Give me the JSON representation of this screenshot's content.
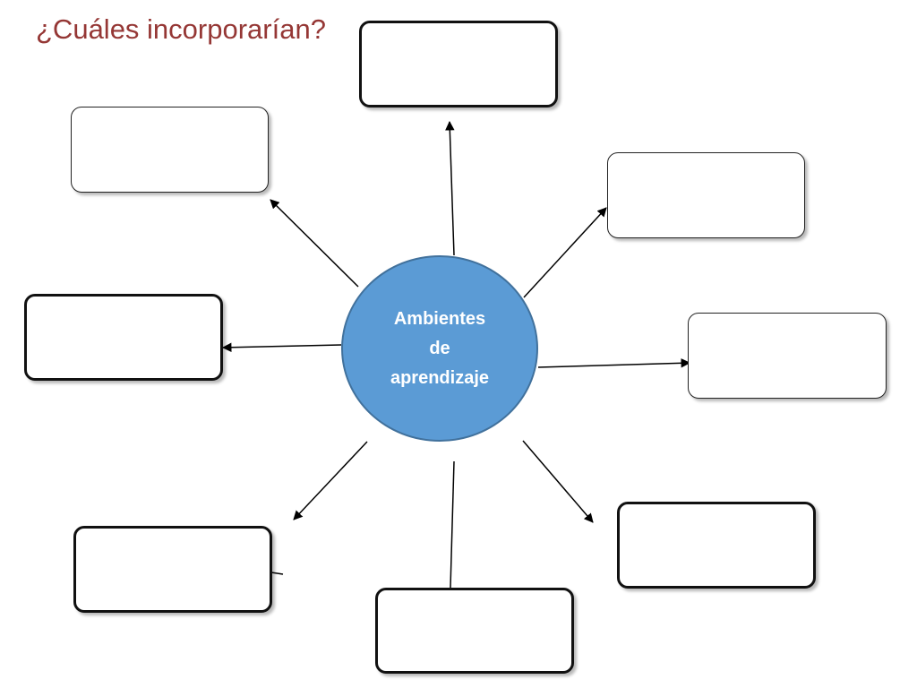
{
  "title": "¿Cuáles incorporarían?",
  "colors": {
    "title": "#953735",
    "center_fill": "#5b9bd5",
    "center_stroke": "#41719c",
    "center_text": "#ffffff",
    "box_stroke": "#111111",
    "arrow": "#000000"
  },
  "center_node": {
    "label": "Ambientes\nde\naprendizaje"
  },
  "boxes": [
    {
      "id": "top",
      "label": ""
    },
    {
      "id": "upper-left",
      "label": ""
    },
    {
      "id": "upper-right",
      "label": ""
    },
    {
      "id": "left",
      "label": ""
    },
    {
      "id": "right",
      "label": ""
    },
    {
      "id": "lower-left",
      "label": ""
    },
    {
      "id": "bottom",
      "label": ""
    },
    {
      "id": "lower-right",
      "label": ""
    }
  ]
}
